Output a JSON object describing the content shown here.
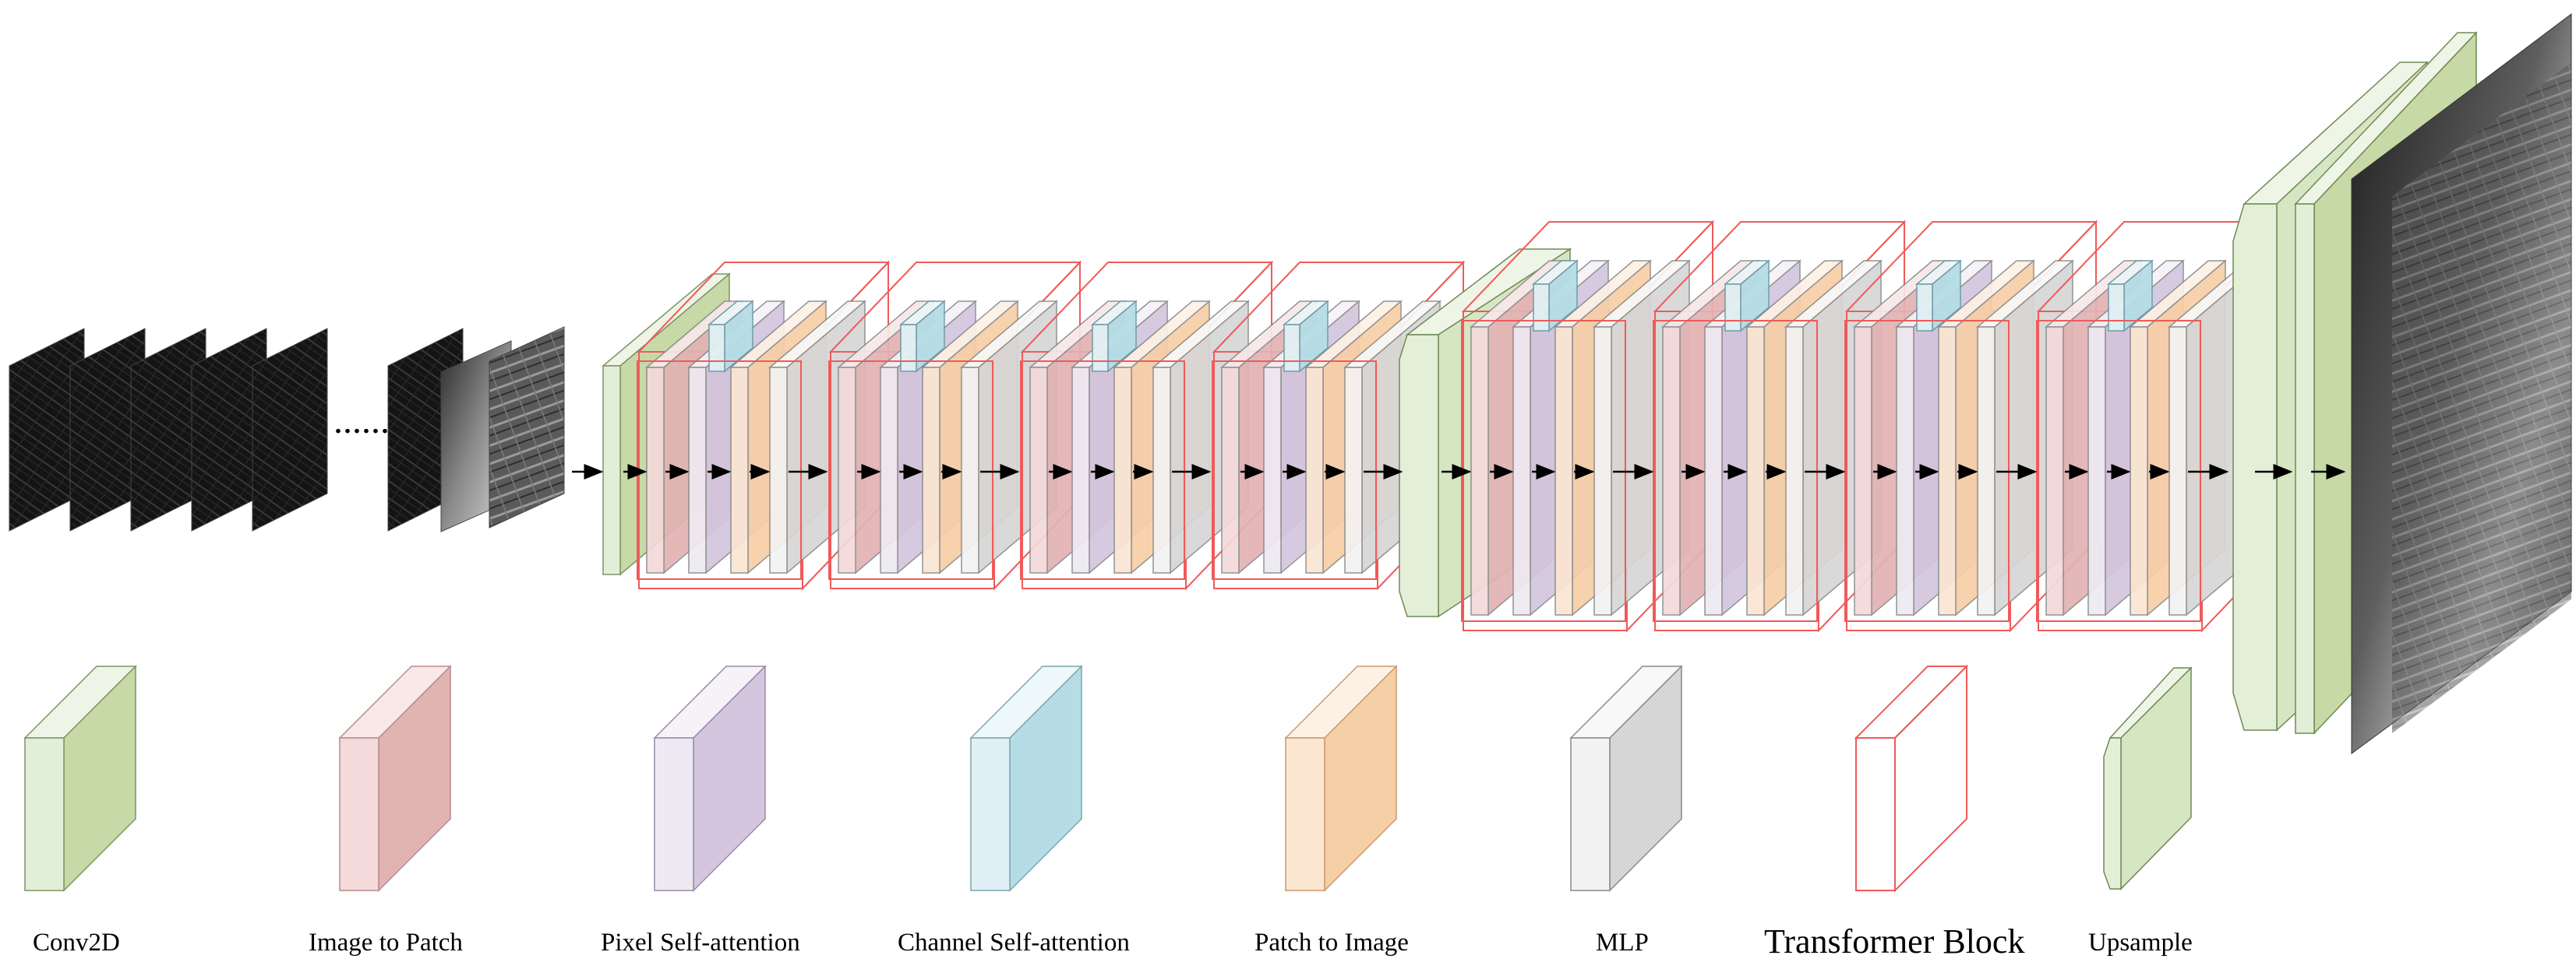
{
  "diagram": {
    "ellipsis": "......",
    "colors": {
      "conv2d": [
        "#e2efd8",
        "#c6d9a6",
        "#eef5e6"
      ],
      "image_to_patch": [
        "#f4dada",
        "#e2b3b3",
        "#f8e8e8"
      ],
      "pixel_self_attention": [
        "#eeeaf3",
        "#d3c6de",
        "#f5f2f8"
      ],
      "channel_self_attention": [
        "#e1f0f4",
        "#b6dde6",
        "#eef7f9"
      ],
      "patch_to_image": [
        "#fbe6d2",
        "#f7cfa6",
        "#fdf1e5"
      ],
      "mlp": [
        "#f2f2f2",
        "#d6d6d6",
        "#f8f8f8"
      ],
      "upsample": [
        "#e4efd8",
        "#d6e6c3",
        "#eef5e6"
      ],
      "transformer_block_outline": "#f05a5a",
      "arrow": "#000000"
    },
    "input_frames": 5,
    "encoder_blocks": 4,
    "decoder_blocks": 4
  },
  "legend": [
    {
      "key": "conv2d",
      "label": "Conv2D"
    },
    {
      "key": "image_to_patch",
      "label": "Image to Patch"
    },
    {
      "key": "pixel_self_attention",
      "label": "Pixel Self-attention"
    },
    {
      "key": "channel_self_attention",
      "label": "Channel Self-attention"
    },
    {
      "key": "patch_to_image",
      "label": "Patch to Image"
    },
    {
      "key": "mlp",
      "label": "MLP"
    },
    {
      "key": "transformer_block",
      "label": "Transformer Block"
    },
    {
      "key": "upsample",
      "label": "Upsample"
    }
  ]
}
